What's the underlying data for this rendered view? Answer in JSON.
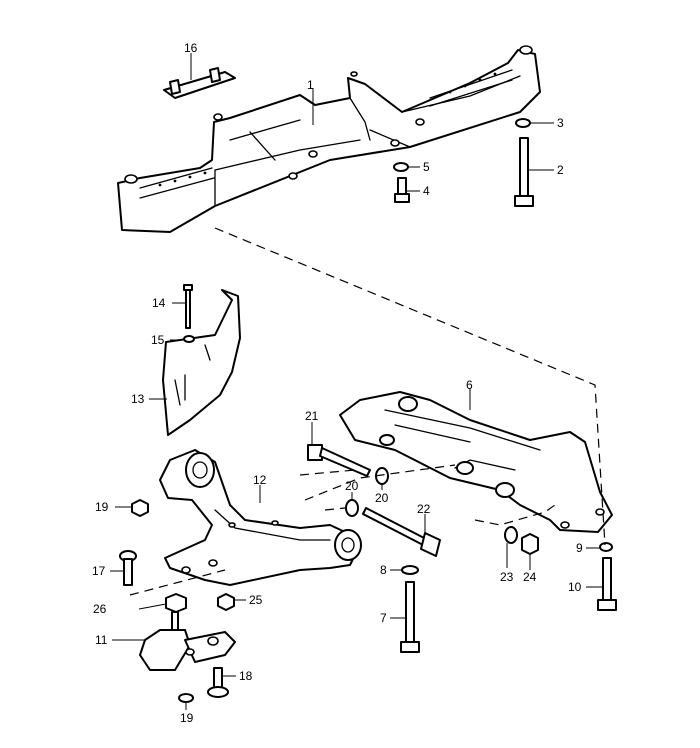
{
  "diagram": {
    "callouts": [
      "1",
      "2",
      "3",
      "4",
      "5",
      "6",
      "7",
      "8",
      "9",
      "10",
      "11",
      "12",
      "13",
      "14",
      "15",
      "16",
      "17",
      "18",
      "19",
      "19",
      "20",
      "20",
      "21",
      "22",
      "23",
      "24",
      "25",
      "26"
    ]
  }
}
